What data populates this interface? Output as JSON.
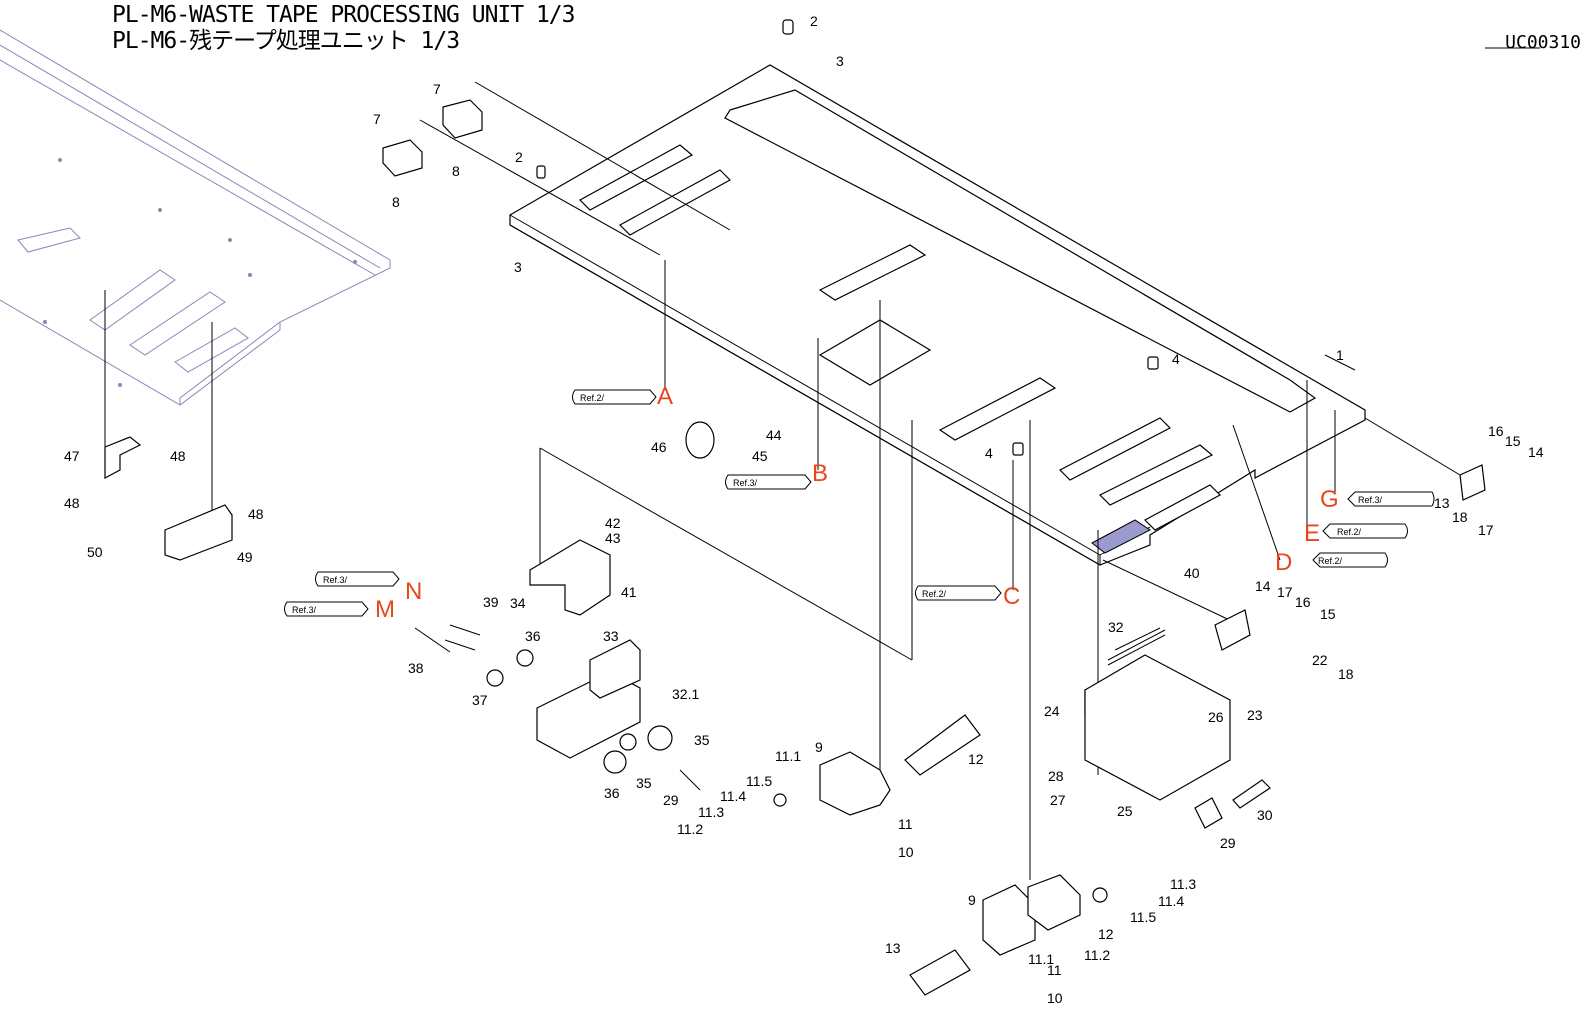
{
  "title": {
    "line1": "PL-M6-WASTE TAPE PROCESSING UNIT 1/3",
    "line2": "PL-M6-残テープ処理ユニット 1/3"
  },
  "doc_id": "UC00310",
  "ref_tags": {
    "ref2": "Ref.2/",
    "ref3": "Ref.3/"
  },
  "ref_letters": [
    "A",
    "B",
    "C",
    "D",
    "E",
    "G",
    "N",
    "M"
  ],
  "part_labels": [
    "1",
    "2",
    "2",
    "3",
    "3",
    "4",
    "4",
    "7",
    "7",
    "8",
    "8",
    "9",
    "9",
    "10",
    "10",
    "11",
    "11",
    "11.1",
    "11.1",
    "11.2",
    "11.2",
    "11.3",
    "11.3",
    "11.4",
    "11.4",
    "11.5",
    "11.5",
    "12",
    "12",
    "13",
    "13",
    "14",
    "14",
    "15",
    "15",
    "16",
    "16",
    "17",
    "17",
    "18",
    "18",
    "22",
    "23",
    "24",
    "25",
    "26",
    "27",
    "28",
    "29",
    "29",
    "30",
    "32",
    "32.1",
    "33",
    "34",
    "35",
    "35",
    "36",
    "36",
    "37",
    "38",
    "39",
    "40",
    "41",
    "42",
    "43",
    "44",
    "45",
    "46",
    "47",
    "48",
    "48",
    "48",
    "49",
    "50"
  ]
}
